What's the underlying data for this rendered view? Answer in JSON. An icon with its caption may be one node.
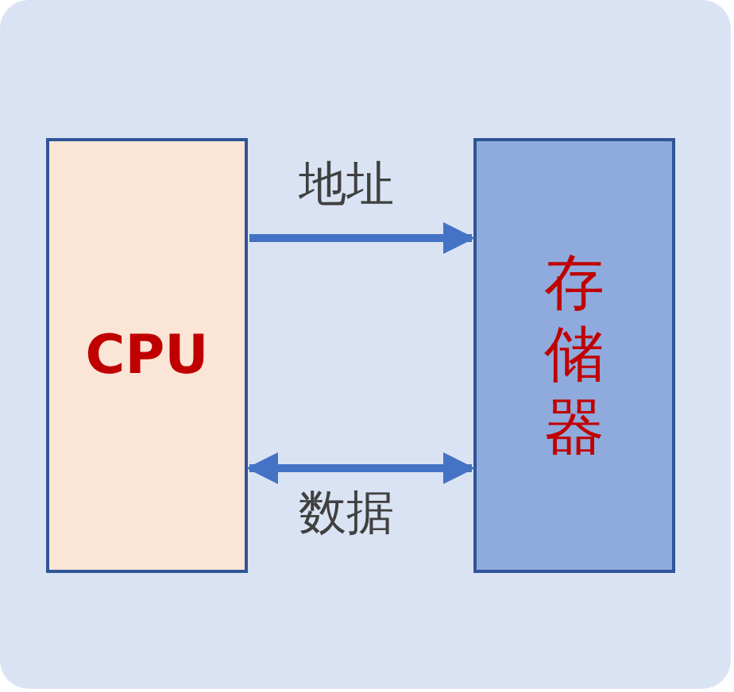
{
  "diagram": {
    "nodes": [
      {
        "text": [
          "CPU"
        ]
      },
      {
        "text": [
          "存储器"
        ]
      }
    ],
    "edges": [
      {
        "from": 0,
        "to": 1,
        "arrow": "to",
        "label": "地址"
      },
      {
        "from": 0,
        "to": 1,
        "arrow": "both",
        "label": "数据"
      }
    ]
  }
}
